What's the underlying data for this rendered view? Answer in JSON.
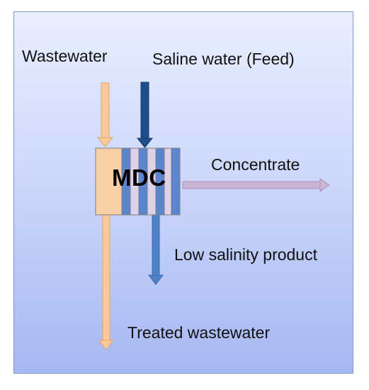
{
  "diagram": {
    "labels": {
      "wastewater": "Wastewater",
      "saline_feed": "Saline water (Feed)",
      "concentrate": "Concentrate",
      "low_salinity_product": "Low salinity product",
      "treated_wastewater": "Treated wastewater"
    },
    "cell": {
      "name": "MDC"
    },
    "colors": {
      "wastewater_stream": "#f7c99b",
      "saline_stream": "#1f4e8c",
      "product_stream": "#4f81c7",
      "concentrate_stream": "#c9b5d3",
      "membrane_blue": "#5b86cf",
      "chamber_light": "#ddd2ea"
    }
  }
}
